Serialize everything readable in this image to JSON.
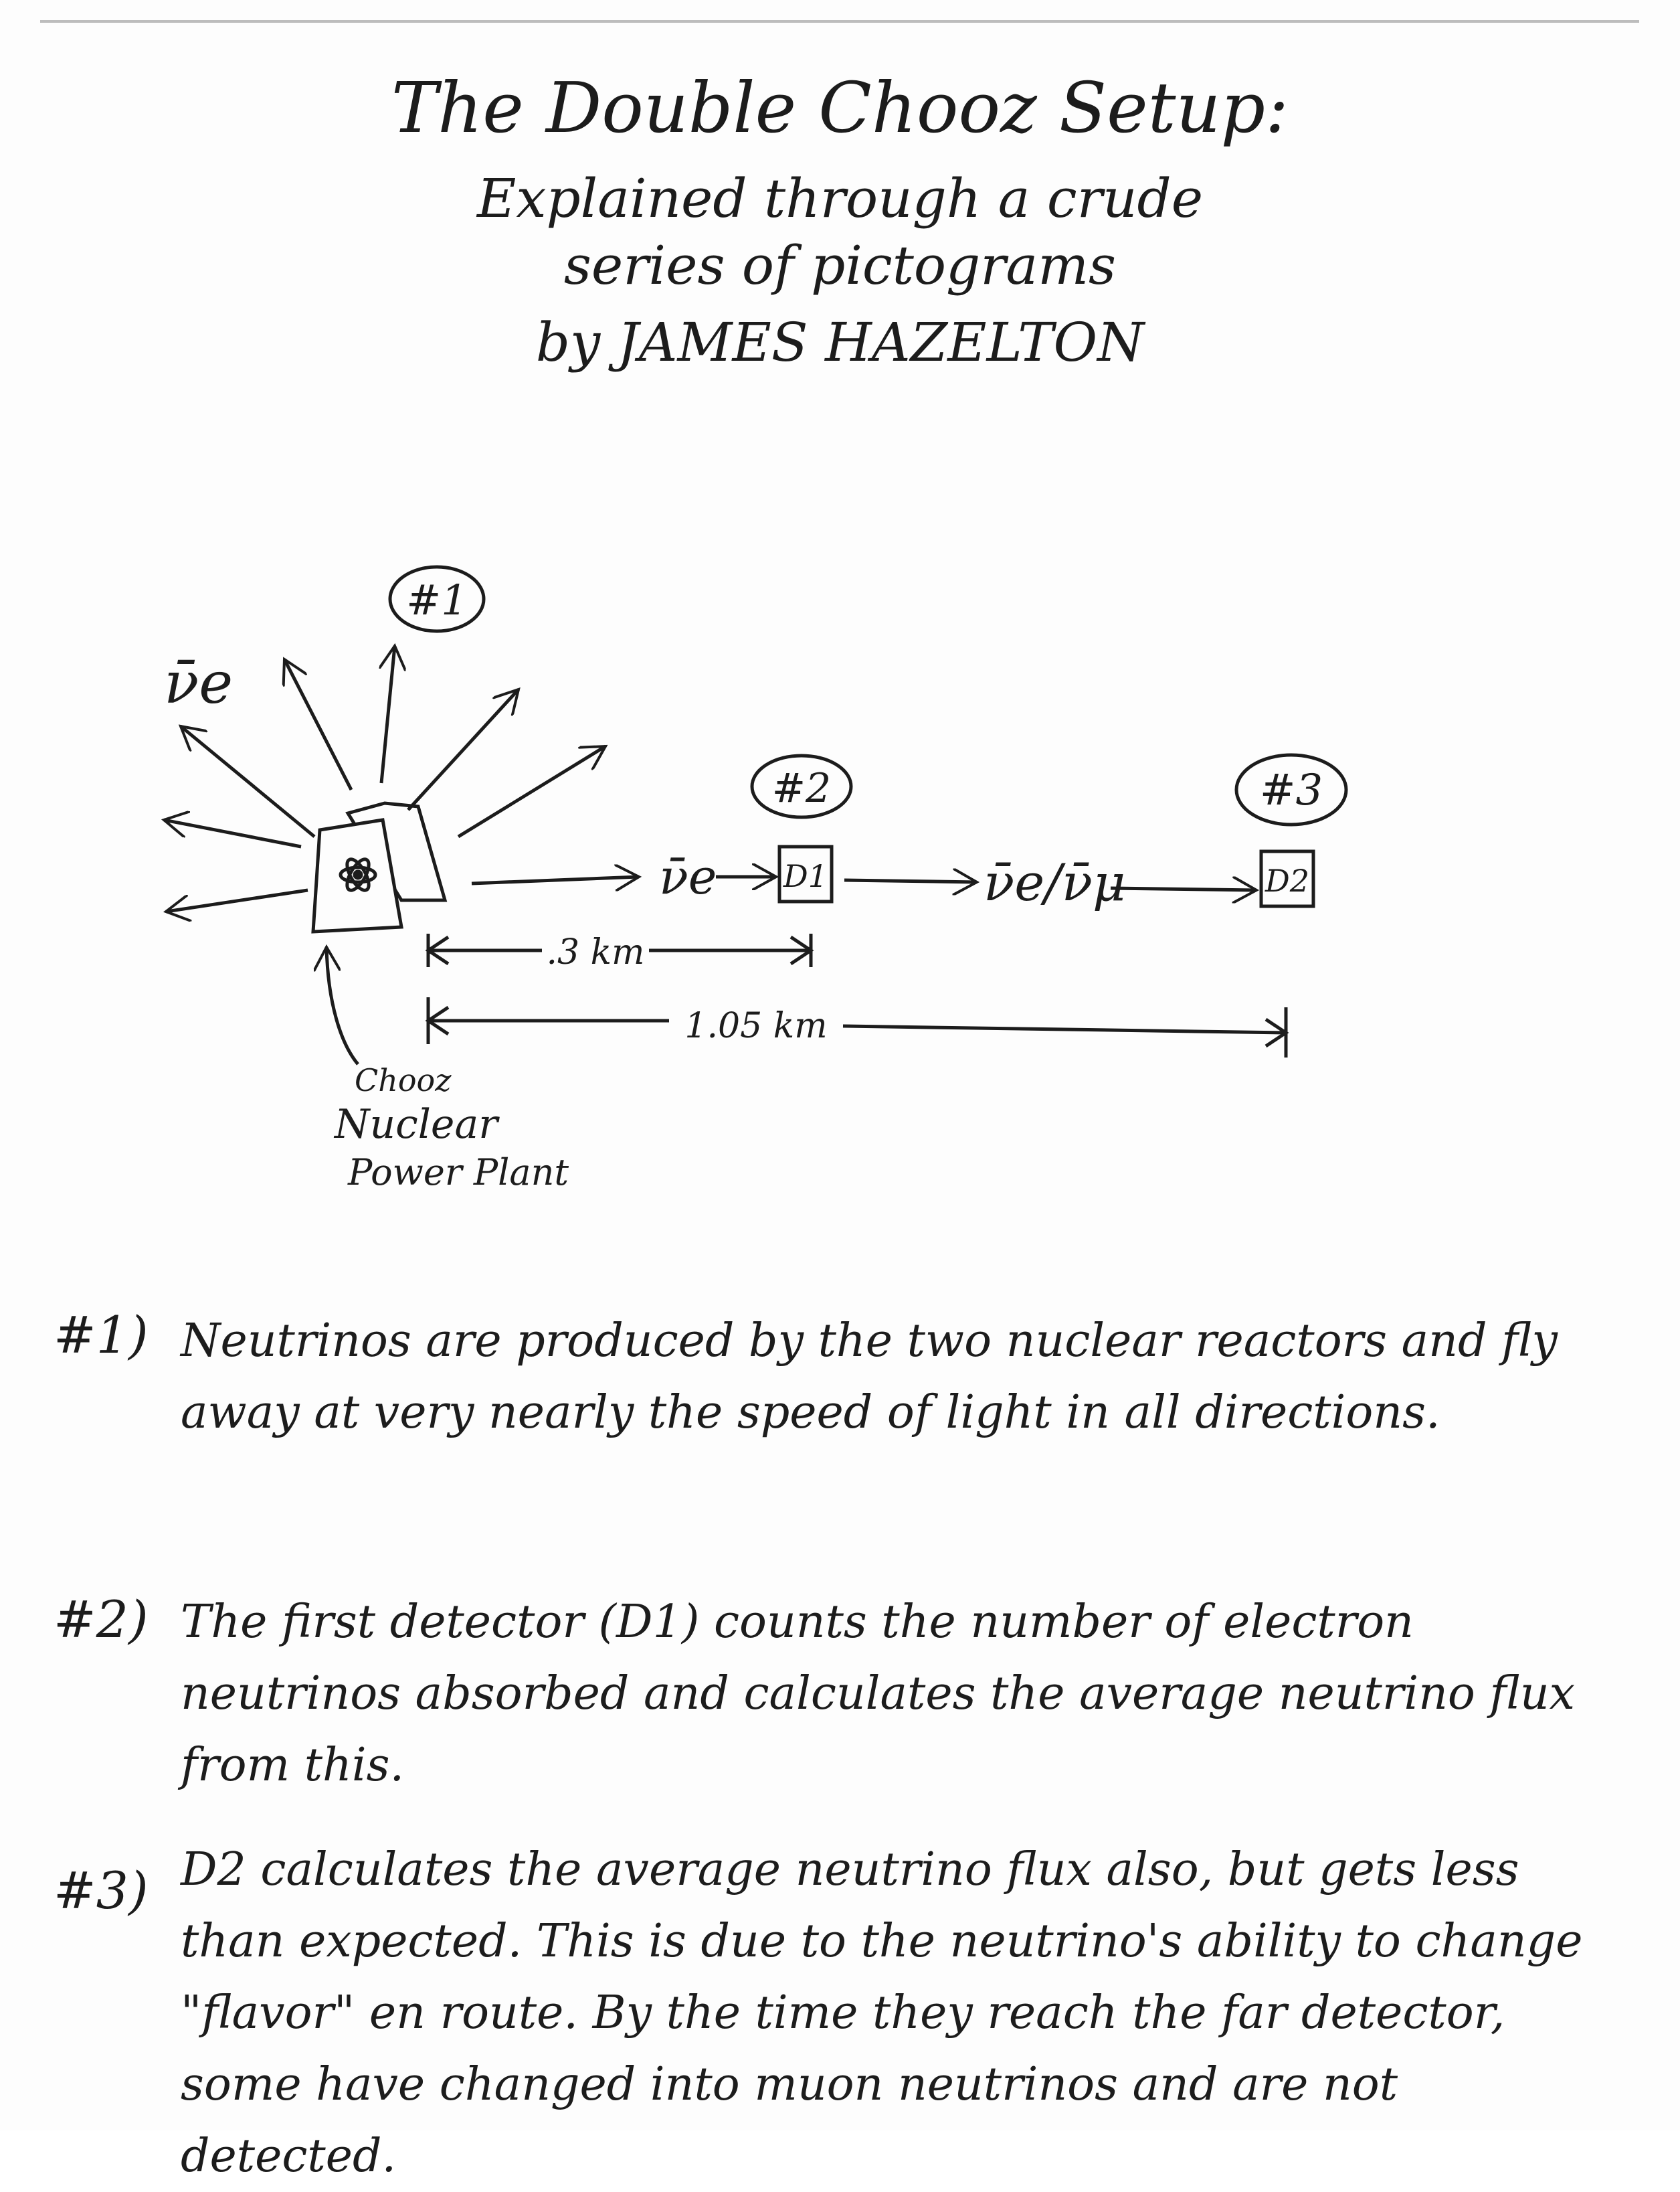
{
  "header": {
    "title": "The Double Chooz Setup:",
    "subtitle_line1": "Explained through a crude",
    "subtitle_line2": "series of pictograms",
    "author": "by JAMES HAZELTON"
  },
  "diagram": {
    "labels": {
      "marker1": "#1",
      "marker2": "#2",
      "marker3": "#3",
      "nu_e_top": "ν̄e",
      "nu_e_mid": "ν̄e",
      "nu_e_mu": "ν̄e/ν̄μ",
      "detector1": "D1",
      "detector2": "D2",
      "dist_near": ".3 km",
      "dist_far": "1.05 km",
      "plant_line1": "Chooz",
      "plant_line2": "Nuclear",
      "plant_line3": "Power Plant"
    }
  },
  "notes": [
    {
      "num": "#1)",
      "text": "Neutrinos are produced by the two nuclear reactors and fly away at very nearly the speed of light in all directions."
    },
    {
      "num": "#2)",
      "text": "The first detector (D1) counts the number of electron neutrinos absorbed and calculates the average neutrino flux from this."
    },
    {
      "num": "#3)",
      "text": "D2 calculates the average neutrino flux also, but gets less than expected. This is due to the neutrino's ability to change \"flavor\" en route. By the time they reach the far detector, some have changed into muon neutrinos and are not detected."
    }
  ],
  "colors": {
    "ink": "#1c1c1c",
    "paper": "#fdfdfd"
  }
}
